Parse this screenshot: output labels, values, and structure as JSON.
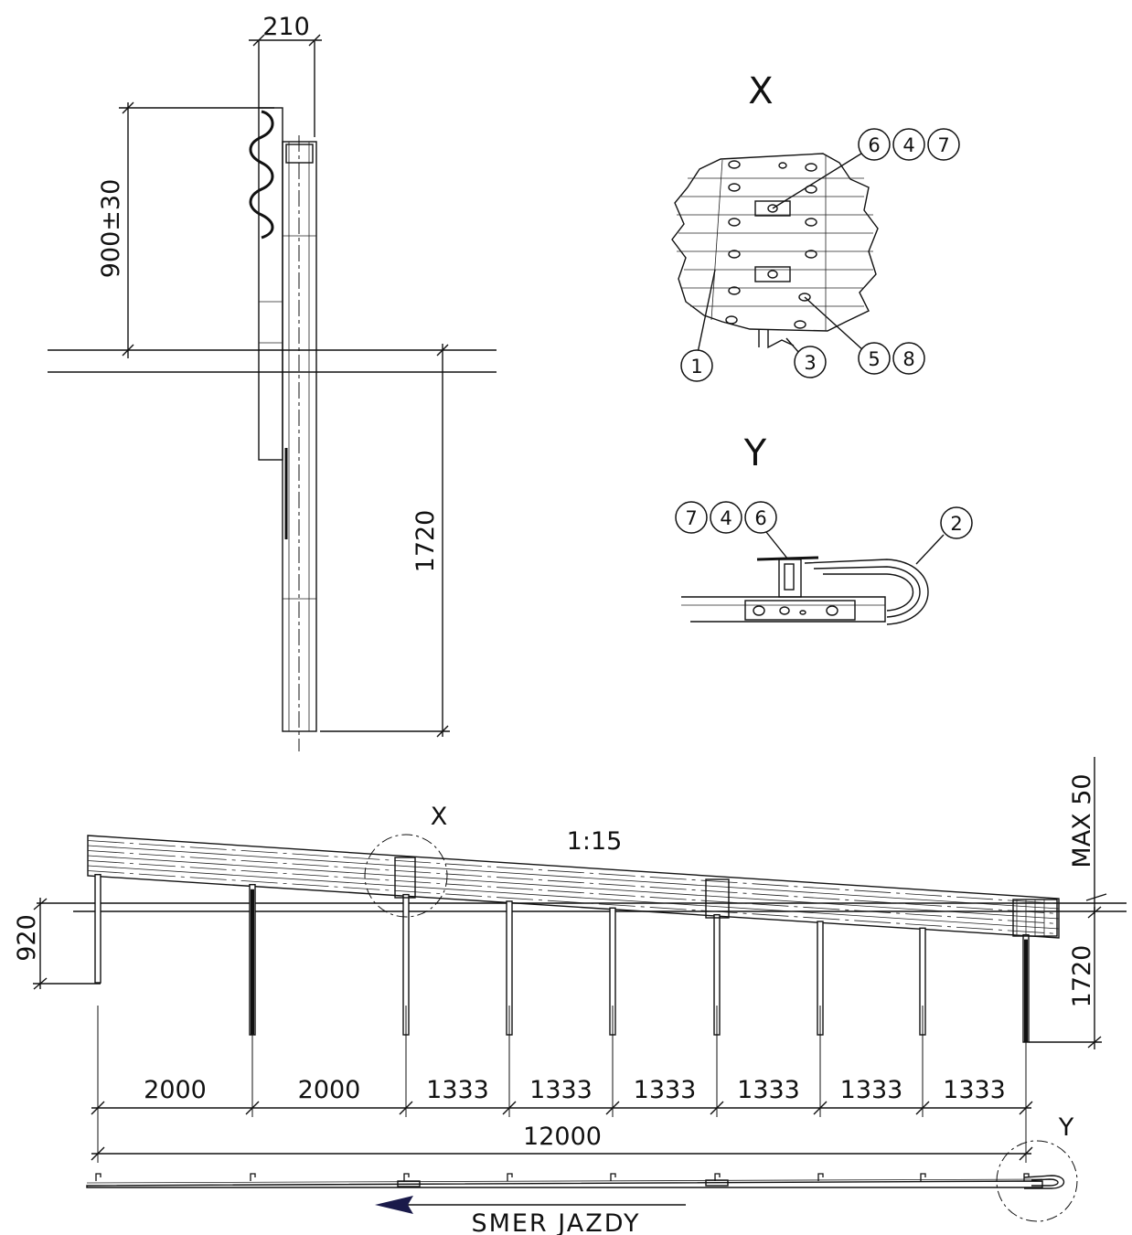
{
  "section_view": {
    "dim_width": "210",
    "dim_height": "900±30",
    "dim_depth": "1720"
  },
  "detail_x": {
    "title": "X",
    "callouts": [
      "6",
      "4",
      "7",
      "1",
      "3",
      "5",
      "8"
    ]
  },
  "detail_y": {
    "title": "Y",
    "callouts": [
      "7",
      "4",
      "6",
      "2"
    ]
  },
  "elevation": {
    "marker_x": "X",
    "slope": "1:15",
    "dim_max": "MAX 50",
    "dim_left": "920",
    "dim_right": "1720",
    "spacings": [
      "2000",
      "2000",
      "1333",
      "1333",
      "1333",
      "1333",
      "1333",
      "1333"
    ],
    "total": "12000"
  },
  "plan": {
    "marker_y": "Y",
    "direction_label": "SMER JAZDY",
    "arrow_color": "#1a1a4a"
  }
}
